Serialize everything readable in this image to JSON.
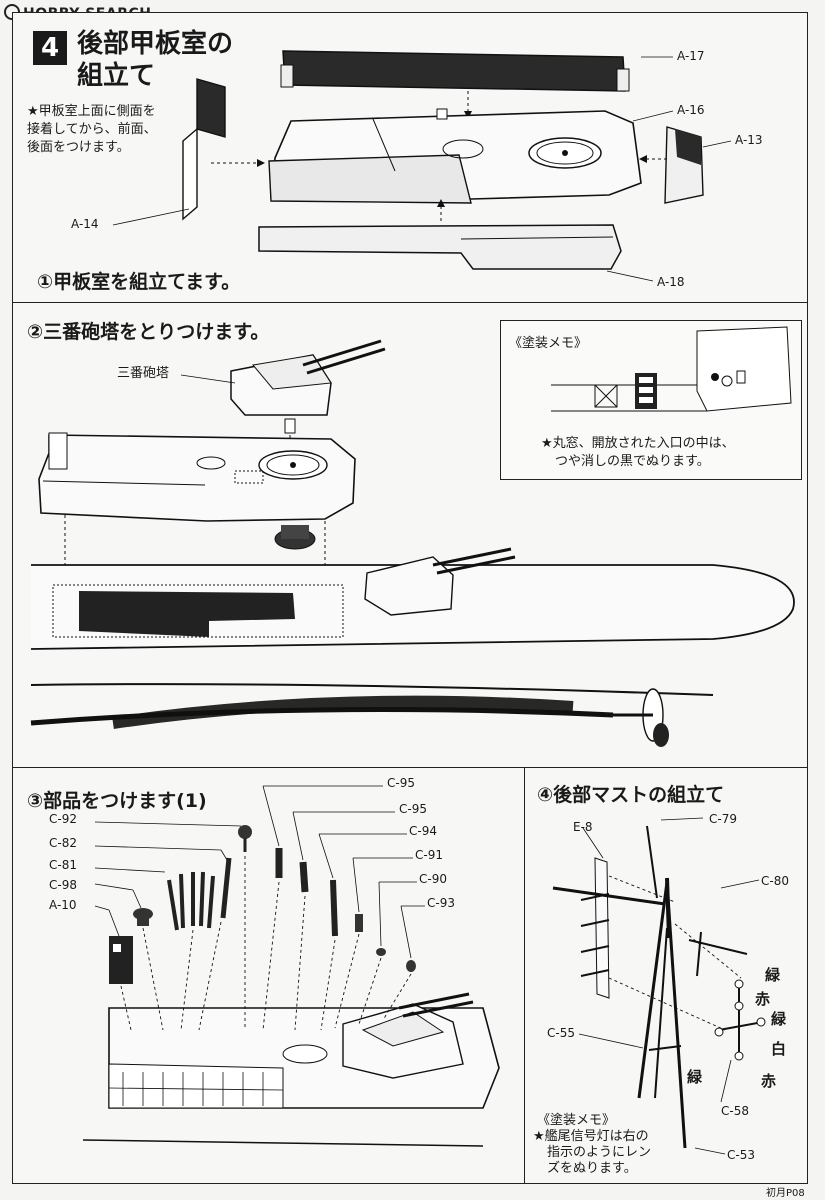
{
  "site": {
    "logo_text": "HOBBY SEARCH"
  },
  "step4": {
    "number": "4",
    "title_line1": "後部甲板室の",
    "title_line2": "組立て",
    "note_lines": [
      "★甲板室上面に側面を",
      "接着してから、前面、",
      "後面をつけます。"
    ],
    "parts": [
      "A-17",
      "A-16",
      "A-13",
      "A-14",
      "A-18"
    ],
    "caption": "①甲板室を組立てます。"
  },
  "step_turret": {
    "caption": "②三番砲塔をとりつけます。",
    "turret_label": "三番砲塔",
    "memo_title": "《塗装メモ》",
    "memo_lines": [
      "★丸窓、開放された入口の中は、",
      "つや消しの黒でぬります。"
    ]
  },
  "step_parts": {
    "caption": "③部品をつけます(1)",
    "parts_right": [
      "C-95",
      "C-95",
      "C-94",
      "C-91",
      "C-90",
      "C-93"
    ],
    "parts_left": [
      "C-92",
      "C-82",
      "C-81",
      "C-98",
      "A-10"
    ]
  },
  "step_mast": {
    "caption": "④後部マストの組立て",
    "parts": [
      "E-8",
      "C-79",
      "C-80",
      "C-55",
      "C-58",
      "C-53"
    ],
    "colors": [
      "緑",
      "赤",
      "緑",
      "白",
      "緑",
      "赤"
    ],
    "memo_title": "《塗装メモ》",
    "memo_lines": [
      "★艦尾信号灯は右の",
      "指示のようにレン",
      "ズをぬります。"
    ]
  },
  "footer": {
    "page_code": "初月P08"
  }
}
